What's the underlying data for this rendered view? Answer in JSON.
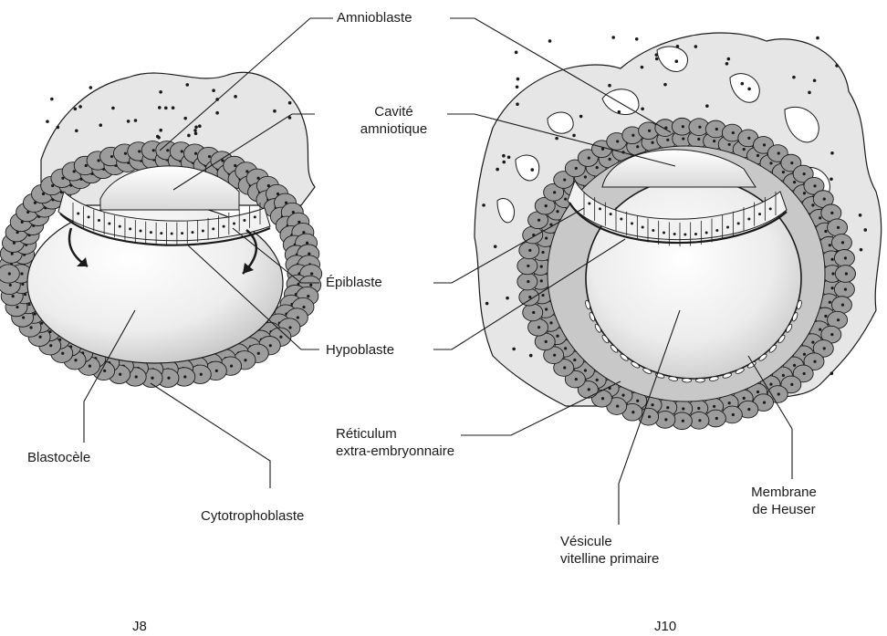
{
  "labels": {
    "amnioblaste": "Amnioblaste",
    "cavite_1": "Cavité",
    "cavite_2": "amniotique",
    "epiblaste": "Épiblaste",
    "hypoblaste": "Hypoblaste",
    "blastocele": "Blastocèle",
    "cytotrophoblaste": "Cytotrophoblaste",
    "reticulum_1": "Réticulum",
    "reticulum_2": "extra-embryonnaire",
    "membrane_1": "Membrane",
    "membrane_2": "de Heuser",
    "vesicule_1": "Vésicule",
    "vesicule_2": "vitelline primaire"
  },
  "stages": {
    "left": "J8",
    "right": "J10"
  },
  "colors": {
    "line": "#1a1a1a",
    "syncytium": "#e6e6e6",
    "cell": "#9c9c9c",
    "cavity": "#ffffff",
    "reticulum": "#c8c8c8",
    "vesicle": "#e9e9e9"
  }
}
